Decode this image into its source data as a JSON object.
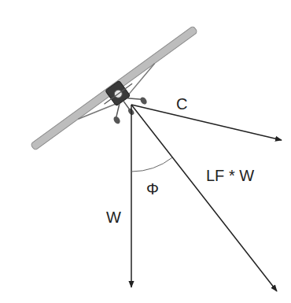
{
  "diagram": {
    "labels": [
      "C",
      "Φ",
      "LF * W",
      "W"
    ]
  }
}
